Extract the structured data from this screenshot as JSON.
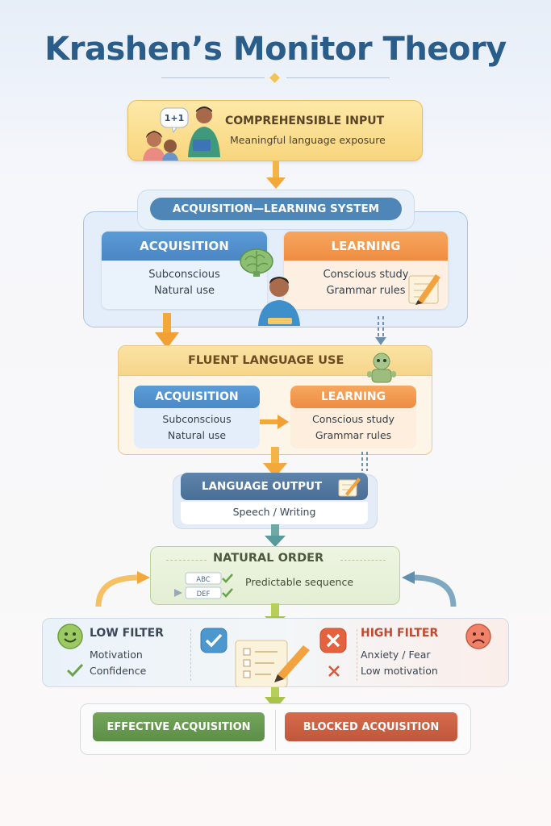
{
  "title": "Krashen’s Monitor Theory",
  "input": {
    "title": "COMPREHENSIBLE INPUT",
    "subtitle": "Meaningful language exposure",
    "speech_bubble": "1+1"
  },
  "system": {
    "title": "ACQUISITION—LEARNING SYSTEM",
    "acquisition": {
      "title": "ACQUISITION",
      "line1": "Subconscious",
      "line2": "Natural use"
    },
    "learning": {
      "title": "LEARNING",
      "line1": "Conscious study",
      "line2": "Grammar rules"
    }
  },
  "fluent": {
    "title": "FLUENT LANGUAGE USE",
    "acquisition": {
      "title": "ACQUISITION",
      "line1": "Subconscious",
      "line2": "Natural use"
    },
    "learning": {
      "title": "LEARNING",
      "line1": "Conscious study",
      "line2": "Grammar rules"
    }
  },
  "output": {
    "title": "LANGUAGE OUTPUT",
    "subtitle": "Speech /  Writing"
  },
  "natural_order": {
    "title": "NATURAL ORDER",
    "subtitle": "Predictable sequence",
    "list_labels": [
      "ABC",
      "DEF"
    ]
  },
  "filter": {
    "low": {
      "title": "LOW FILTER",
      "item1": "Motivation",
      "item2": "Confidence"
    },
    "high": {
      "title": "HIGH FILTER",
      "item1": "Anxiety / Fear",
      "item2": "Low motivation"
    }
  },
  "results": {
    "effective": "EFFECTIVE ACQUISITION",
    "blocked": "BLOCKED ACQUISITION"
  },
  "colors": {
    "title": "#2b5d8a",
    "acquisition": "#4a86c4",
    "learning": "#ef8d42",
    "effective": "#5d8e47",
    "blocked": "#c0563b",
    "arrow_orange": "#f3a93a",
    "arrow_teal": "#5b9a9a",
    "arrow_green": "#a9c34a"
  },
  "icons": [
    "teacher-students-icon",
    "brain-icon",
    "student-icon",
    "notepad-pencil-icon",
    "robot-icon",
    "checklist-icon",
    "smiley-icon",
    "sad-face-icon",
    "check-icon",
    "cross-icon",
    "clipboard-pencil-icon"
  ]
}
